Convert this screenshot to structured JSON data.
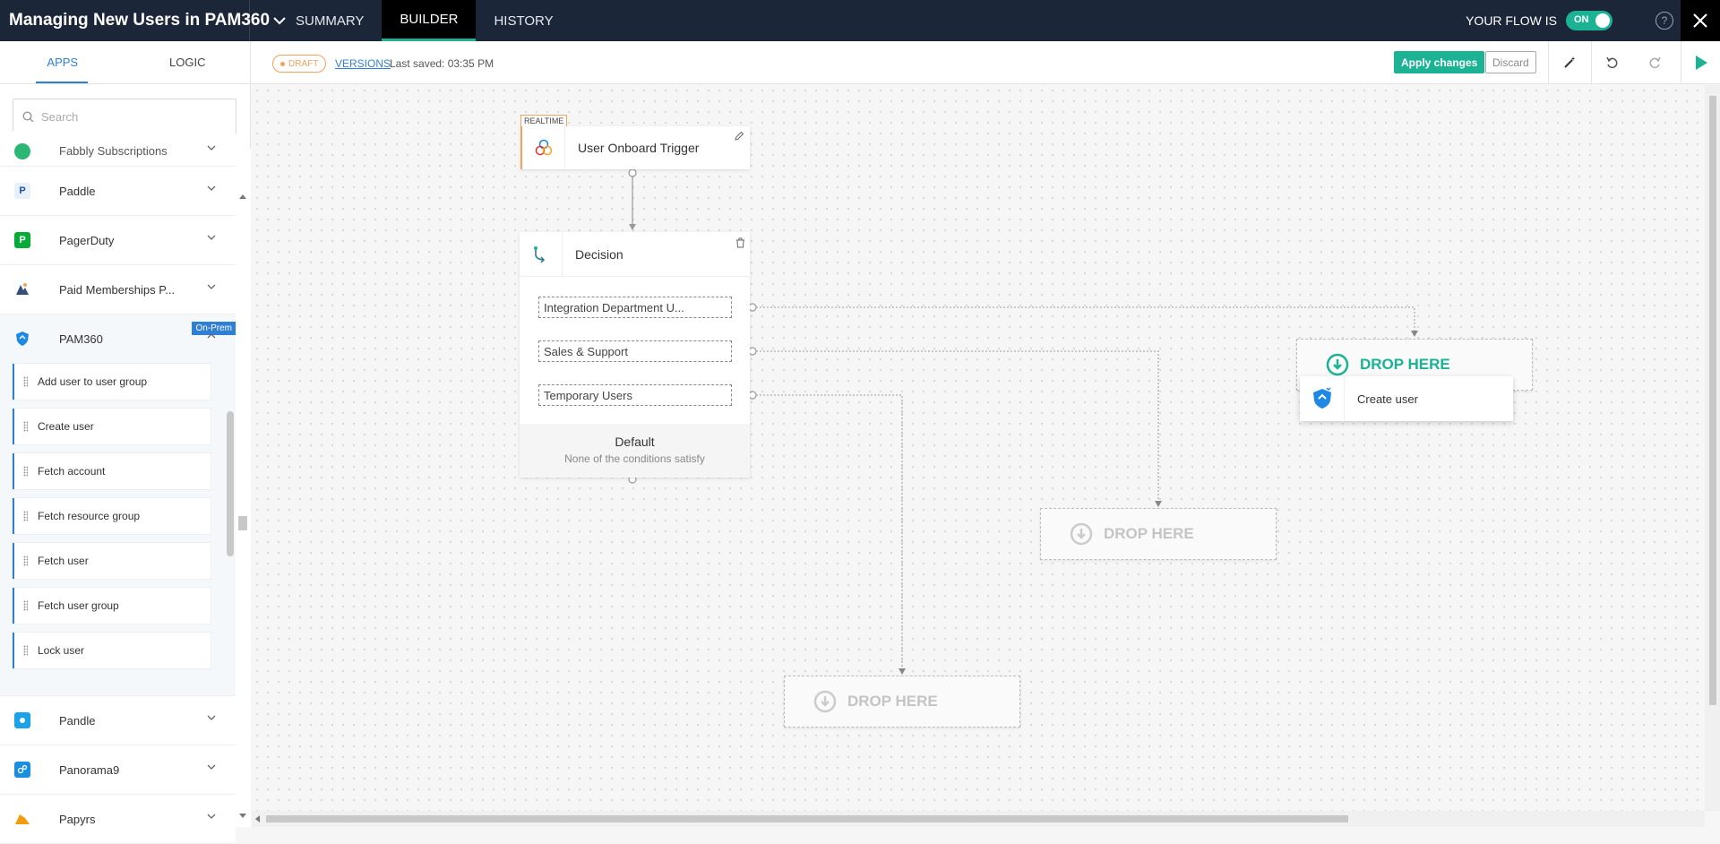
{
  "header": {
    "flow_title": "Managing New Users in PAM360",
    "tabs": [
      {
        "label": "SUMMARY"
      },
      {
        "label": "BUILDER"
      },
      {
        "label": "HISTORY"
      }
    ],
    "flow_status_label": "YOUR FLOW IS",
    "toggle_state": "ON",
    "help_glyph": "?"
  },
  "toolbar": {
    "draft_label": "DRAFT",
    "versions_label": "VERSIONS",
    "last_saved": "Last saved: 03:35 PM",
    "apply_label": "Apply changes",
    "discard_label": "Discard"
  },
  "sidebar": {
    "tabs": [
      {
        "label": "APPS"
      },
      {
        "label": "LOGIC"
      }
    ],
    "search_placeholder": "Search",
    "apps": [
      {
        "name": "Fabbly Subscriptions",
        "icon": "fabbly-icon",
        "color": "#2bb673"
      },
      {
        "name": "Paddle",
        "icon": "paddle-icon",
        "color": "#e8f0fb",
        "glyph": "P"
      },
      {
        "name": "PagerDuty",
        "icon": "pagerduty-icon",
        "color": "#06ac38",
        "glyph": "P"
      },
      {
        "name": "Paid Memberships P...",
        "icon": "paid-memberships-icon",
        "color": "#ffffff"
      },
      {
        "name": "PAM360",
        "icon": "pam360-icon",
        "color": "#1e88e5",
        "badge": "On-Prem"
      },
      {
        "name": "Pandle",
        "icon": "pandle-icon",
        "color": "#1aa3e8"
      },
      {
        "name": "Panorama9",
        "icon": "panorama9-icon",
        "color": "#1a8fe0"
      },
      {
        "name": "Papyrs",
        "icon": "papyrs-icon",
        "color": "#f39c12"
      }
    ],
    "pam360_actions": [
      {
        "label": "Add user to user group"
      },
      {
        "label": "Create user"
      },
      {
        "label": "Fetch account"
      },
      {
        "label": "Fetch resource group"
      },
      {
        "label": "Fetch user"
      },
      {
        "label": "Fetch user group"
      },
      {
        "label": "Lock user"
      }
    ]
  },
  "canvas": {
    "trigger": {
      "badge": "REALTIME",
      "title": "User Onboard Trigger"
    },
    "decision": {
      "title": "Decision",
      "conditions": [
        {
          "label": "Integration Department U..."
        },
        {
          "label": "Sales & Support"
        },
        {
          "label": "Temporary Users"
        }
      ],
      "default_title": "Default",
      "default_subtitle": "None of the conditions satisfy"
    },
    "drop_label": "DROP HERE",
    "drag_card": {
      "title": "Create user",
      "icon": "pam360-icon"
    }
  },
  "colors": {
    "accent": "#1bb394",
    "link": "#2f7fd5",
    "header_bg": "#1c2639",
    "draft": "#f0a35a"
  }
}
